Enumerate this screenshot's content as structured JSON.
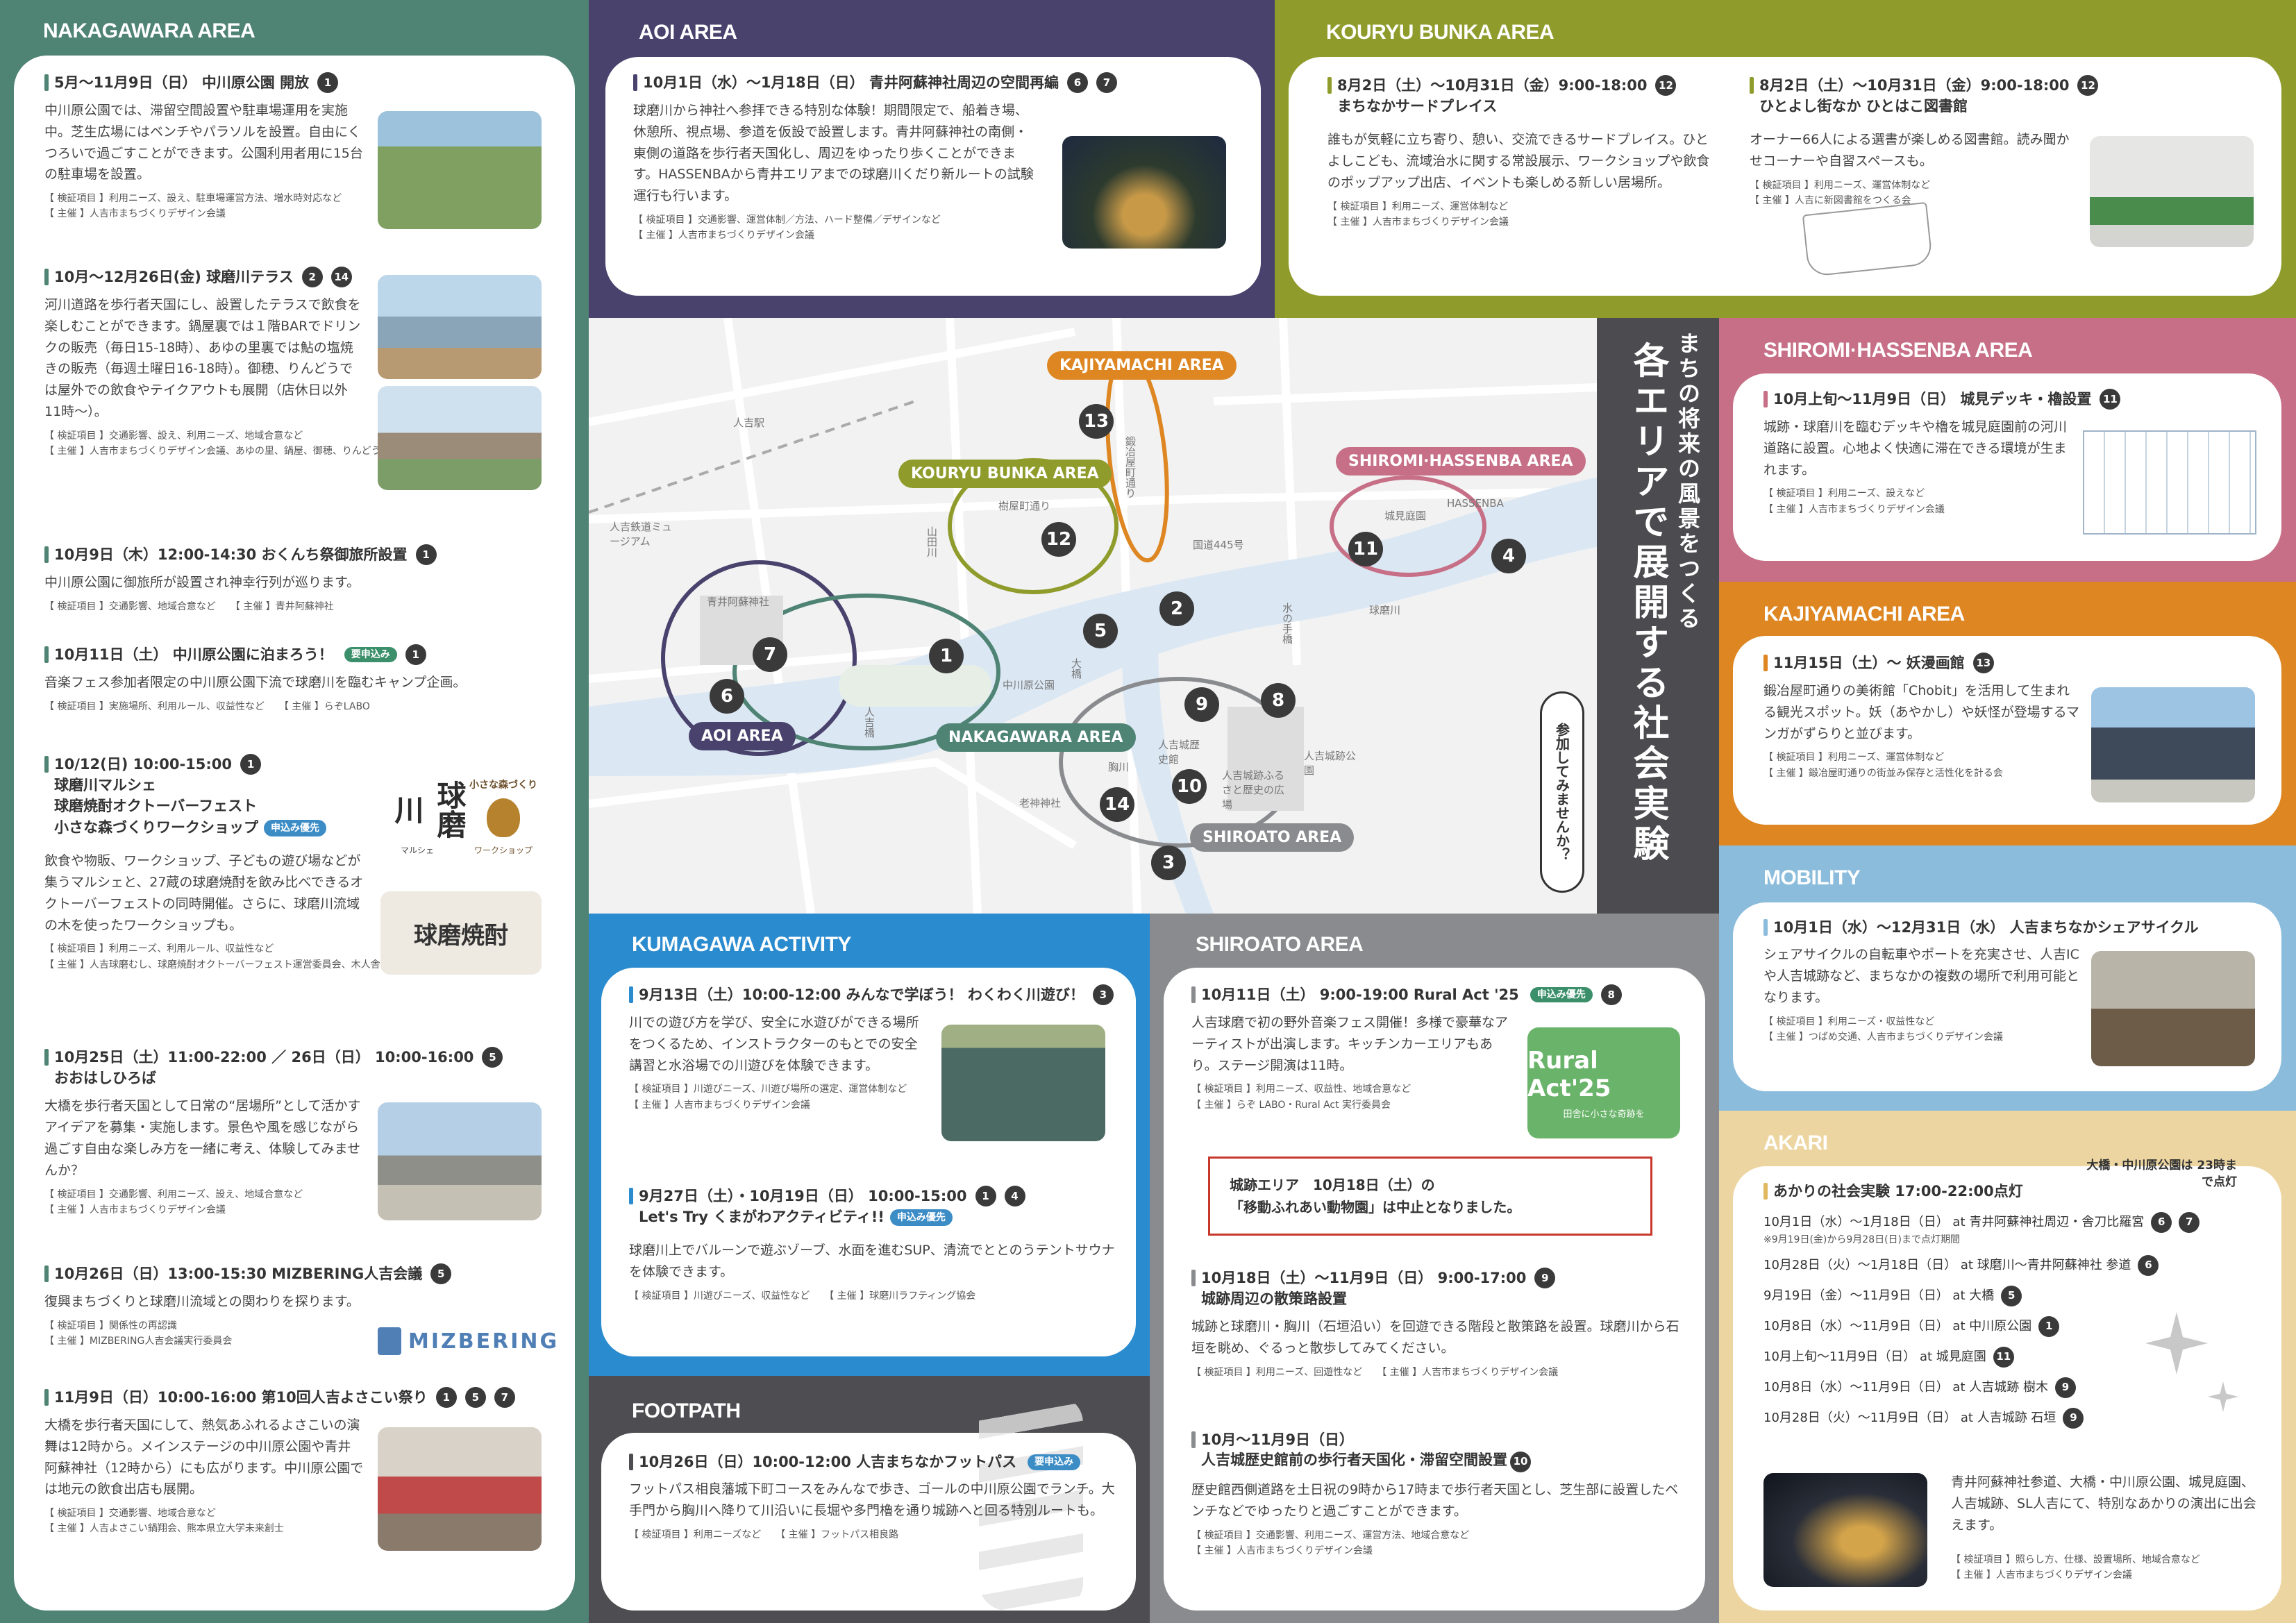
{
  "colors": {
    "nakagawara": "#4f8474",
    "aoi": "#48426d",
    "kouryu": "#8f9c2c",
    "shiromi": "#c66f86",
    "kajiyamachi": "#dd8622",
    "mobility": "#8bbcdc",
    "akari": "#ecd5a0",
    "kumagawa": "#2b8bcf",
    "footpath": "#4e4d52",
    "shiroato": "#8a8b8e",
    "river": "#dbe8f4"
  },
  "nakagawara": {
    "title": "NAKAGAWARA AREA",
    "e1": {
      "title": "5月〜11月9日（日） 中川原公園 開放",
      "nums": [
        "1"
      ],
      "desc": "中川原公園では、滞留空間設置や駐車場運用を実施中。芝生広場にはベンチやパラソルを設置。自由にくつろいで過ごすことができます。公園利用者用に15台の駐車場を設置。",
      "meta1": "【 検証項目 】利用ニーズ、設え、駐車場運営方法、増水時対応など",
      "meta2": "【 主催 】人吉市まちづくりデザイン会議"
    },
    "e2": {
      "title": "10月〜12月26日(金) 球磨川テラス",
      "nums": [
        "2",
        "14"
      ],
      "desc": "河川道路を歩行者天国にし、設置したテラスで飲食を楽しむことができます。鍋屋裏では１階BARでドリンクの販売（毎日15-18時）、あゆの里裏では鮎の塩焼きの販売（毎週土曜日16-18時）。御穂、りんどうでは屋外での飲食やテイクアウトも展開（店休日以外11時〜）。",
      "meta1": "【 検証項目 】交通影響、設え、利用ニーズ、地域合意など",
      "meta2": "【 主催 】人吉市まちづくりデザイン会議、あゆの里、鍋屋、御穂、りんどう"
    },
    "e3": {
      "title": "10月9日（木）12:00-14:30 おくんち祭御旅所設置",
      "nums": [
        "1"
      ],
      "desc": "中川原公園に御旅所が設置され神幸行列が巡ります。",
      "meta1": "【 検証項目 】交通影響、地域合意など　　【 主催 】青井阿蘇神社"
    },
    "e4": {
      "title": "10月11日（土） 中川原公園に泊まろう！",
      "badge": "要申込み",
      "nums": [
        "1"
      ],
      "desc": "音楽フェス参加者限定の中川原公園下流で球磨川を臨むキャンプ企画。",
      "meta1": "【 検証項目 】実施場所、利用ルール、収益性など　　【 主催 】らぞLABO"
    },
    "e5": {
      "title": "10/12(日) 10:00-15:00",
      "line2": "球磨川マルシェ",
      "line3": "球磨焼酎オクトーバーフェスト",
      "line4": "小さな森づくりワークショップ",
      "badge": "申込み優先",
      "nums": [
        "1"
      ],
      "desc": "飲食や物販、ワークショップ、子どもの遊び場などが集うマルシェと、27蔵の球磨焼酎を飲み比べできるオクトーバーフェストの同時開催。さらに、球磨川流域の木を使ったワークショップも。",
      "meta1": "【 検証項目 】利用ニーズ、利用ルール、収益性など",
      "meta2": "【 主催 】人吉球磨むし、球磨焼酎オクトーバーフェスト運営委員会、木人舎",
      "logo1": "球磨川",
      "logo1sub": "マルシェ",
      "logo2": "小さな森づくり",
      "logo2sub": "ワークショップ",
      "logo3": "球磨焼酎"
    },
    "e6": {
      "title": "10月25日（土）11:00-22:00 ／ 26日（日） 10:00-16:00",
      "line2": "おおはしひろば",
      "nums": [
        "5"
      ],
      "desc": "大橋を歩行者天国として日常の“居場所”として活かすアイデアを募集・実施します。景色や風を感じながら過ごす自由な楽しみ方を一緒に考え、体験してみませんか？",
      "meta1": "【 検証項目 】交通影響、利用ニーズ、設え、地域合意など",
      "meta2": "【 主催 】人吉市まちづくりデザイン会議"
    },
    "e7": {
      "title": "10月26日（日）13:00-15:30 MIZBERING人吉会議",
      "nums": [
        "5"
      ],
      "desc": "復興まちづくりと球磨川流域との関わりを探ります。",
      "meta1": "【 検証項目 】関係性の再認識",
      "meta2": "【 主催 】MIZBERING人吉会議実行委員会",
      "logo": "MIZBERING"
    },
    "e8": {
      "title": "11月9日（日）10:00-16:00 第10回人吉よさこい祭り",
      "nums": [
        "1",
        "5",
        "7"
      ],
      "desc": "大橋を歩行者天国にして、熱気あふれるよさこいの演舞は12時から。メインステージの中川原公園や青井阿蘇神社（12時から）にも広がります。中川原公園では地元の飲食出店も展開。",
      "meta1": "【 検証項目 】交通影響、地域合意など",
      "meta2": "【 主催 】人吉よさこい鍋翔会、熊本県立大学未来創士"
    }
  },
  "aoi": {
    "title": "AOI AREA",
    "e1": {
      "title": "10月1日（水）〜1月18日（日） 青井阿蘇神社周辺の空間再編",
      "nums": [
        "6",
        "7"
      ],
      "desc": "球磨川から神社へ参拝できる特別な体験！期間限定で、船着き場、休憩所、視点場、参道を仮設で設置します。青井阿蘇神社の南側・東側の道路を歩行者天国化し、周辺をゆったり歩くことができます。HASSENBAから青井エリアまでの球磨川くだり新ルートの試験運行も行います。",
      "meta1": "【 検証項目 】交通影響、運営体制／方法、ハード整備／デザインなど",
      "meta2": "【 主催 】人吉市まちづくりデザイン会議"
    }
  },
  "kouryu": {
    "title": "KOURYU BUNKA AREA",
    "e1": {
      "title": "8月2日（土）〜10月31日（金）9:00-18:00",
      "line2": "まちなかサードプレイス",
      "nums": [
        "12"
      ],
      "desc": "誰もが気軽に立ち寄り、憩い、交流できるサードプレイス。ひとよしこども、流域治水に関する常設展示、ワークショップや飲食のポップアップ出店、イベントも楽しめる新しい居場所。",
      "meta1": "【 検証項目 】利用ニーズ、運営体制など",
      "meta2": "【 主催 】人吉市まちづくりデザイン会議"
    },
    "e2": {
      "title": "8月2日（土）〜10月31日（金）9:00-18:00",
      "line2": "ひとよし街なか ひとはこ図書館",
      "nums": [
        "12"
      ],
      "desc": "オーナー66人による選書が楽しめる図書館。読み聞かせコーナーや自習スペースも。",
      "meta1": "【 検証項目 】利用ニーズ、運営体制など",
      "meta2": "【 主催 】人吉に新図書館をつくる会"
    }
  },
  "shiromi": {
    "title": "SHIROMI·HASSENBA AREA",
    "e1": {
      "title": "10月上旬〜11月9日（日） 城見デッキ・櫓設置",
      "nums": [
        "11"
      ],
      "desc": "城跡・球磨川を臨むデッキや櫓を城見庭園前の河川道路に設置。心地よく快適に滞在できる環境が生まれます。",
      "meta1": "【 検証項目 】利用ニーズ、設えなど",
      "meta2": "【 主催 】人吉市まちづくりデザイン会議"
    }
  },
  "kajiyamachi": {
    "title": "KAJIYAMACHI AREA",
    "e1": {
      "title": "11月15日（土）〜 妖漫画館",
      "nums": [
        "13"
      ],
      "desc": "鍛冶屋町通りの美術館「Chobit」を活用して生まれる観光スポット。妖（あやかし）や妖怪が登場するマンガがずらりと並びます。",
      "meta1": "【 検証項目 】利用ニーズ、運営体制など",
      "meta2": "【 主催 】鍛冶屋町通りの街並み保存と活性化を計る会"
    }
  },
  "mobility": {
    "title": "MOBILITY",
    "e1": {
      "title": "10月1日（水）〜12月31日（水） 人吉まちなかシェアサイクル",
      "desc": "シェアサイクルの自転車やポートを充実させ、人吉ICや人吉城跡など、まちなかの複数の場所で利用可能となります。",
      "meta1": "【 検証項目 】利用ニーズ・収益性など",
      "meta2": "【 主催 】つばめ交通、人吉市まちづくりデザイン会議"
    }
  },
  "akari": {
    "title": "AKARI",
    "note": "大橋・中川原公園は 23時まで点灯",
    "e1": {
      "title": "あかりの社会実験 17:00-22:00点灯"
    },
    "lines": [
      {
        "text": "10月1日（水）〜1月18日（日） at 青井阿蘇神社周辺・舎刀比羅宮",
        "nums": [
          "6",
          "7"
        ]
      },
      {
        "text": "※9月19日(金)から9月28日(日)まで点灯期間",
        "nums": []
      },
      {
        "text": "10月28日（火）〜1月18日（日） at 球磨川〜青井阿蘇神社 参道",
        "nums": [
          "6"
        ]
      },
      {
        "text": "9月19日（金）〜11月9日（日） at 大橋",
        "nums": [
          "5"
        ]
      },
      {
        "text": "10月8日（水）〜11月9日（日） at 中川原公園",
        "nums": [
          "1"
        ]
      },
      {
        "text": "10月上旬〜11月9日（日） at 城見庭園",
        "nums": [
          "11"
        ]
      },
      {
        "text": "10月8日（水）〜11月9日（日） at 人吉城跡 樹木",
        "nums": [
          "9"
        ]
      },
      {
        "text": "10月28日（火）〜11月9日（日） at 人吉城跡 石垣",
        "nums": [
          "9"
        ]
      }
    ],
    "desc": "青井阿蘇神社参道、大橋・中川原公園、城見庭園、人吉城跡、SL人吉にて、特別なあかりの演出に出会えます。",
    "meta1": "【 検証項目 】照らし方、仕様、設置場所、地域合意など",
    "meta2": "【 主催 】人吉市まちづくりデザイン会議"
  },
  "kumagawa": {
    "title": "KUMAGAWA ACTIVITY",
    "e1": {
      "title": "9月13日（土）10:00-12:00 みんなで学ぼう！ わくわく川遊び！",
      "nums": [
        "3"
      ],
      "desc": "川での遊び方を学び、安全に水遊びができる場所をつくるため、インストラクターのもとでの安全講習と水浴場での川遊びを体験できます。",
      "meta1": "【 検証項目 】川遊びニーズ、川遊び場所の選定、運営体制など",
      "meta2": "【 主催 】人吉市まちづくりデザイン会議"
    },
    "e2": {
      "title": "9月27日（土）・10月19日（日） 10:00-15:00",
      "line2": "Let's Try くまがわアクティビティ!!",
      "badge": "申込み優先",
      "nums": [
        "1",
        "4"
      ],
      "desc": "球磨川上でバルーンで遊ぶゾーブ、水面を進むSUP、清流でととのうテントサウナを体験できます。",
      "meta1": "【 検証項目 】川遊びニーズ、収益性など　　【 主催 】球磨川ラフティング協会"
    }
  },
  "footpath": {
    "title": "FOOTPATH",
    "e1": {
      "title": "10月26日（日）10:00-12:00 人吉まちなかフットパス",
      "badge": "要申込み",
      "desc": "フットパス相良藩城下町コースをみんなで歩き、ゴールの中川原公園でランチ。大手門から胸川へ降りて川沿いに長堀や多門櫓を通り城跡へと回る特別ルートも。",
      "meta1": "【 検証項目 】利用ニーズなど　　【 主催 】フットパス相良路"
    }
  },
  "shiroato": {
    "title": "SHIROATO AREA",
    "e1": {
      "title": "10月11日（土） 9:00-19:00 Rural Act '25",
      "badge": "申込み優先",
      "nums": [
        "8"
      ],
      "desc": "人吉球磨で初の野外音楽フェス開催！多様で豪華なアーティストが出演します。キッチンカーエリアもあり。ステージ開演は11時。",
      "meta1": "【 検証項目 】利用ニーズ、収益性、地域合意など",
      "meta2": "【 主催 】らぞ LABO・Rural Act 実行委員会",
      "logo": "Rural Act'25",
      "logosub": "田舎に小さな奇跡を"
    },
    "notice1": "城跡エリア　10月18日（土）の",
    "notice2": "「移動ふれあい動物園」は中止となりました。",
    "e2": {
      "title": "10月18日（土）〜11月9日（日） 9:00-17:00",
      "line2": "城跡周辺の散策路設置",
      "nums": [
        "9"
      ],
      "desc": "城跡と球磨川・胸川（石垣沿い）を回遊できる階段と散策路を設置。球磨川から石垣を眺め、ぐるっと散歩してみてください。",
      "meta1": "【 検証項目 】利用ニーズ、回遊性など　　【 主催 】人吉市まちづくりデザイン会議"
    },
    "e3": {
      "title": "10月〜11月9日（日）",
      "line2": "人吉城歴史館前の歩行者天国化・滞留空間設置",
      "nums": [
        "10"
      ],
      "desc": "歴史館西側道路を土日祝の9時から17時まで歩行者天国とし、芝生部に設置したベンチなどでゆったりと過ごすことができます。",
      "meta1": "【 検証項目 】交通影響、利用ニーズ、運営方法、地域合意など",
      "meta2": "【 主催 】人吉市まちづくりデザイン会議"
    }
  },
  "map": {
    "heading1": "まちの将来の風景をつくる",
    "heading2": "各エリアで展開する社会実験",
    "bubble": "参加してみませんか？",
    "labels": {
      "kajiyamachi": "KAJIYAMACHI AREA",
      "kouryu": "KOURYU BUNKA AREA",
      "shiromi": "SHIROMI·HASSENBA AREA",
      "aoi": "AOI AREA",
      "nakagawara": "NAKAGAWARA AREA",
      "shiroato": "SHIROATO AREA"
    },
    "places": {
      "station": "人吉駅",
      "museum": "人吉鉄道ミュージアム",
      "shrine": "青井阿蘇神社",
      "kajiya_st": "鍛冶屋町通り",
      "jujo_st": "樹屋町通り",
      "yamada": "山田川",
      "route445": "国道445号",
      "shiromi_garden": "城見庭園",
      "hassenba": "HASSENBA",
      "kumagawa": "球磨川",
      "mizunote": "水の手橋",
      "park": "中川原公園",
      "ohashi": "大橋",
      "hitoyoshi_bridge": "人吉橋",
      "munekawa": "胸川",
      "rokkaku": "老神神社",
      "castle_hall": "人吉城歴史館",
      "furusato": "人吉城跡ふるさと歴史の広場",
      "castle_park": "人吉城跡公園"
    },
    "pins": [
      "1",
      "2",
      "3",
      "4",
      "5",
      "6",
      "7",
      "8",
      "9",
      "10",
      "11",
      "12",
      "13",
      "14"
    ]
  }
}
